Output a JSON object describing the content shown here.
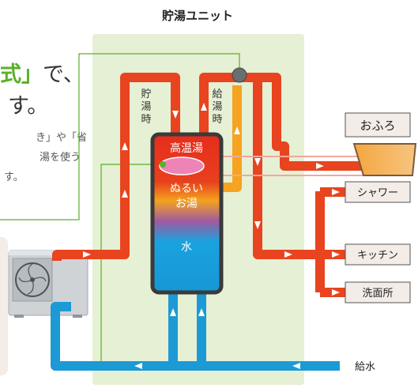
{
  "unit": {
    "title": "貯湯ユニット"
  },
  "headline": {
    "accent_fragment": "式」",
    "line1_rest": "で、",
    "line2": "す。"
  },
  "body_text": {
    "line1": "き」や「省",
    "line2": "湯を使う",
    "line3": "す。"
  },
  "pipe_labels": {
    "storage_flow": [
      "貯",
      "湯",
      "時"
    ],
    "supply_flow": [
      "給",
      "湯",
      "時"
    ]
  },
  "tank": {
    "top": "高温湯",
    "middle_line1": "ぬるい",
    "middle_line2": "お湯",
    "bottom": "水"
  },
  "outlets": {
    "bath": "おふろ",
    "shower": "シャワー",
    "kitchen": "キッチン",
    "washroom": "洗面所"
  },
  "water_inlet": "給水",
  "colors": {
    "hot_pipe": "#e8441f",
    "cold_pipe": "#1b9ad6",
    "warm_pipe": "#f5a320",
    "unit_bg": "#e6f0d4",
    "accent_green": "#5ab027",
    "label_box": "#f3ece7",
    "tank_dark": "#3a3a3a"
  }
}
